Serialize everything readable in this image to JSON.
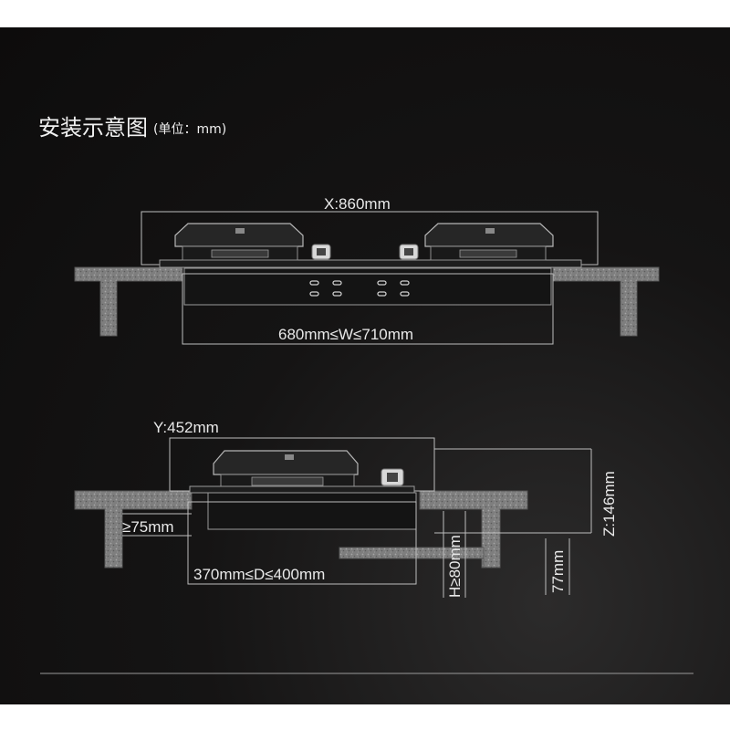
{
  "title": {
    "main": "安装示意图",
    "unit": "(单位：mm)"
  },
  "front_view": {
    "width_label": "X:860mm",
    "cutout_label": "680mm≤W≤710mm"
  },
  "side_view": {
    "depth_label": "Y:452mm",
    "height_label": "Z:146mm",
    "counter_label": "≥75mm",
    "cutout_depth_label": "370mm≤D≤400mm",
    "clearance_label": "H≥80mm",
    "bottom_label": "77mm"
  },
  "colors": {
    "background": "#141313",
    "line": "#bdbdbd",
    "countertop": "#8a8a8a"
  }
}
